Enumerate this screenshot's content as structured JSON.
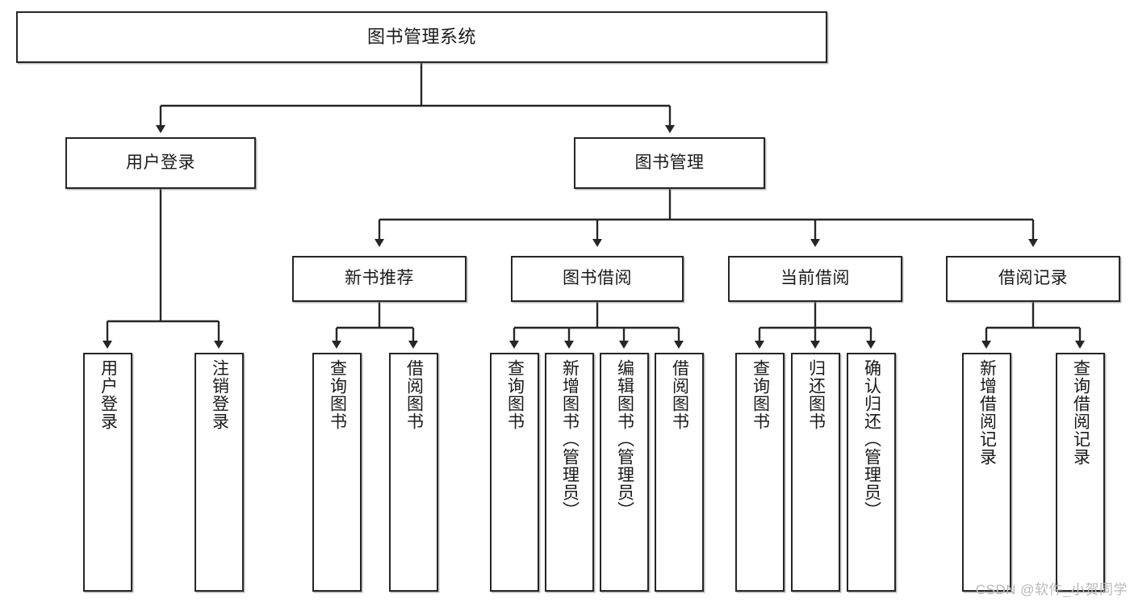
{
  "diagram": {
    "title": "图书管理系统",
    "type": "tree-hierarchy-chart",
    "watermark": "CSDN @软件_小贺同学",
    "colors": {
      "stroke": "#262626",
      "fill": "#ffffff",
      "text": "#1a1a1a",
      "watermark": "#b9b9b9"
    },
    "nodes": {
      "root": {
        "label": "图书管理系统"
      },
      "level2": [
        {
          "id": "user-login",
          "label": "用户登录"
        },
        {
          "id": "book-management",
          "label": "图书管理"
        }
      ],
      "level3": [
        {
          "id": "new-book-recommend",
          "label": "新书推荐"
        },
        {
          "id": "book-borrow",
          "label": "图书借阅"
        },
        {
          "id": "current-borrow",
          "label": "当前借阅"
        },
        {
          "id": "borrow-record",
          "label": "借阅记录"
        }
      ],
      "leaves": {
        "user_login": [
          {
            "id": "leaf-user-login",
            "label": "用户登录"
          },
          {
            "id": "leaf-logout-login",
            "label": "注销登录"
          }
        ],
        "new_book_recommend": [
          {
            "id": "leaf-query-book-1",
            "label": "查询图书"
          },
          {
            "id": "leaf-borrow-book-1",
            "label": "借阅图书"
          }
        ],
        "book_borrow": [
          {
            "id": "leaf-query-book-2",
            "label": "查询图书"
          },
          {
            "id": "leaf-add-book",
            "label": "新增图书（管理员）"
          },
          {
            "id": "leaf-edit-book",
            "label": "编辑图书（管理员）"
          },
          {
            "id": "leaf-borrow-book-2",
            "label": "借阅图书"
          }
        ],
        "current_borrow": [
          {
            "id": "leaf-query-book-3",
            "label": "查询图书"
          },
          {
            "id": "leaf-return-book",
            "label": "归还图书"
          },
          {
            "id": "leaf-confirm-return",
            "label": "确认归还（管理员）"
          }
        ],
        "borrow_record": [
          {
            "id": "leaf-add-record",
            "label": "新增借阅记录"
          },
          {
            "id": "leaf-query-record",
            "label": "查询借阅记录"
          }
        ]
      }
    }
  }
}
